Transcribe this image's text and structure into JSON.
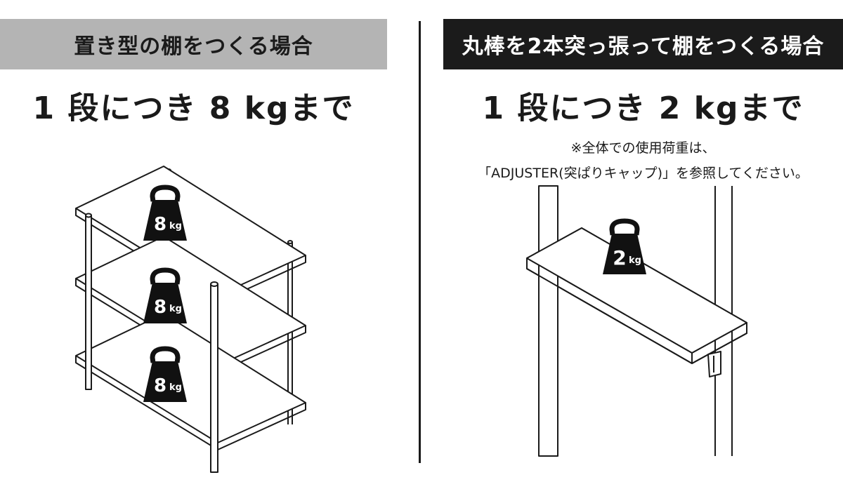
{
  "left_panel": {
    "banner_text": "置き型の棚をつくる場合",
    "capacity_text": "1 段につき 8 kgまで",
    "weights": [
      {
        "value": "8",
        "unit": "kg"
      },
      {
        "value": "8",
        "unit": "kg"
      },
      {
        "value": "8",
        "unit": "kg"
      }
    ]
  },
  "right_panel": {
    "banner_text": "丸棒を2本突っ張って棚をつくる場合",
    "capacity_text": "1 段につき 2 kgまで",
    "note_line1": "※全体での使用荷重は、",
    "note_line2": "「ADJUSTER(突ぱりキャップ)」を参照してください。",
    "weight": {
      "value": "2",
      "unit": "kg"
    }
  },
  "colors": {
    "left_banner_bg": "#b4b4b4",
    "right_banner_bg": "#1b1b1b",
    "weight_fill": "#111111",
    "line": "#1a1a1a"
  }
}
